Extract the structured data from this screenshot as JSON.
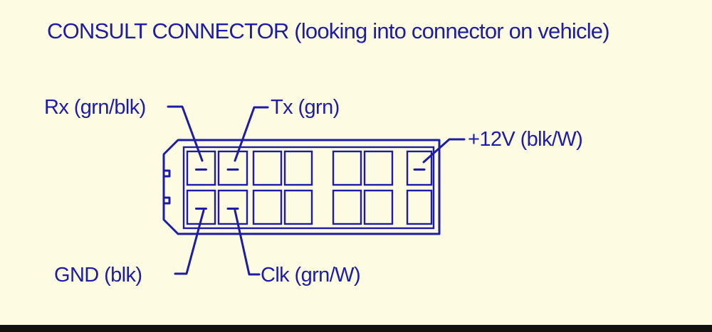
{
  "title": "CONSULT CONNECTOR  (looking into connector on vehicle)",
  "pins": {
    "rx": "Rx (grn/blk)",
    "tx": "Tx (grn)",
    "v12": "+12V (blk/W)",
    "gnd": "GND (blk)",
    "clk": "Clk (grn/W)"
  },
  "colors": {
    "background": "#fdfbe2",
    "ink": "#1c1ca8"
  }
}
